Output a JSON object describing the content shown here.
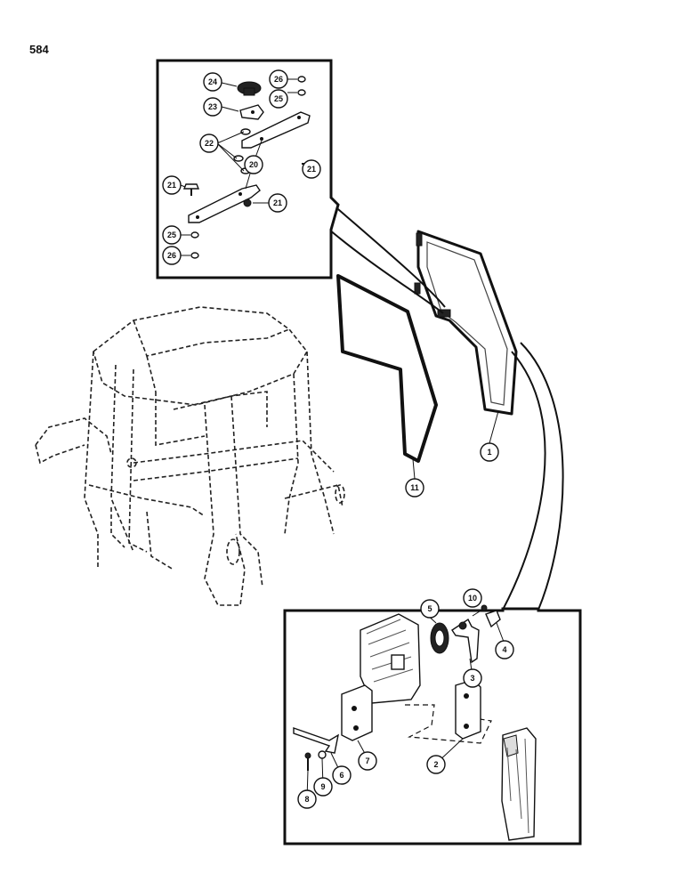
{
  "page_number": "584",
  "callouts": {
    "c1": "1",
    "c2": "2",
    "c3": "3",
    "c4": "4",
    "c5": "5",
    "c6": "6",
    "c7": "7",
    "c8": "8",
    "c9": "9",
    "c10": "10",
    "c11": "11",
    "c20": "20",
    "c21a": "21",
    "c21b": "21",
    "c21c": "21",
    "c22": "22",
    "c23": "23",
    "c24": "24",
    "c25a": "25",
    "c25b": "25",
    "c26a": "26",
    "c26b": "26"
  }
}
